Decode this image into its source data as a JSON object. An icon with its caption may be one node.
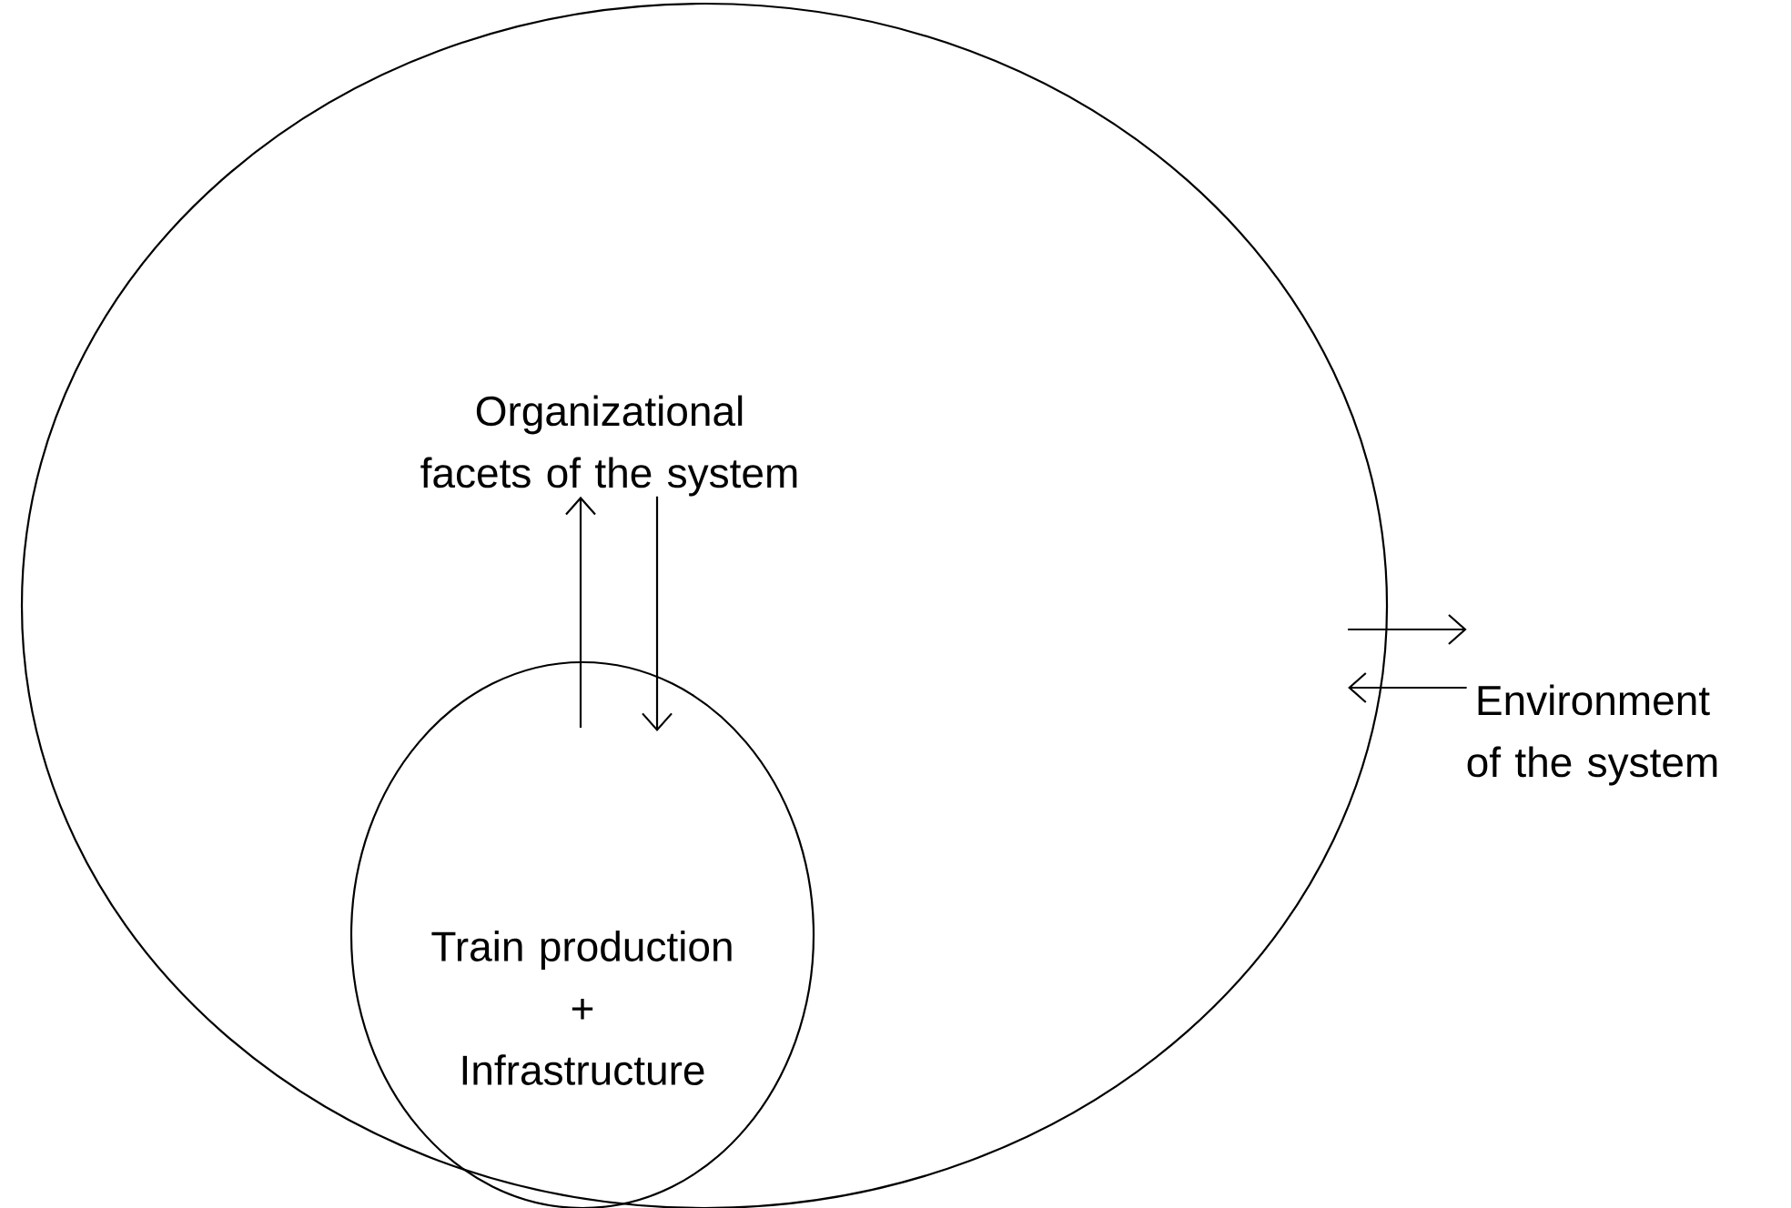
{
  "diagram": {
    "nodes": [
      {
        "text": [],
        "shape": "ellipse"
      },
      {
        "text": [
          "Organizational facets of the system"
        ],
        "in": 0
      },
      {
        "text": [
          "Train production",
          "+",
          "Infrastructure"
        ],
        "in": 0
      },
      {
        "text": [
          "Environment of the system"
        ]
      }
    ],
    "edges": [
      {
        "from": 2,
        "to": 1,
        "arrow": "to"
      },
      {
        "from": 1,
        "to": 2,
        "arrow": "to"
      },
      {
        "from": 0,
        "to": 3,
        "arrow": "to"
      },
      {
        "from": 3,
        "to": 0,
        "arrow": "to"
      }
    ]
  }
}
